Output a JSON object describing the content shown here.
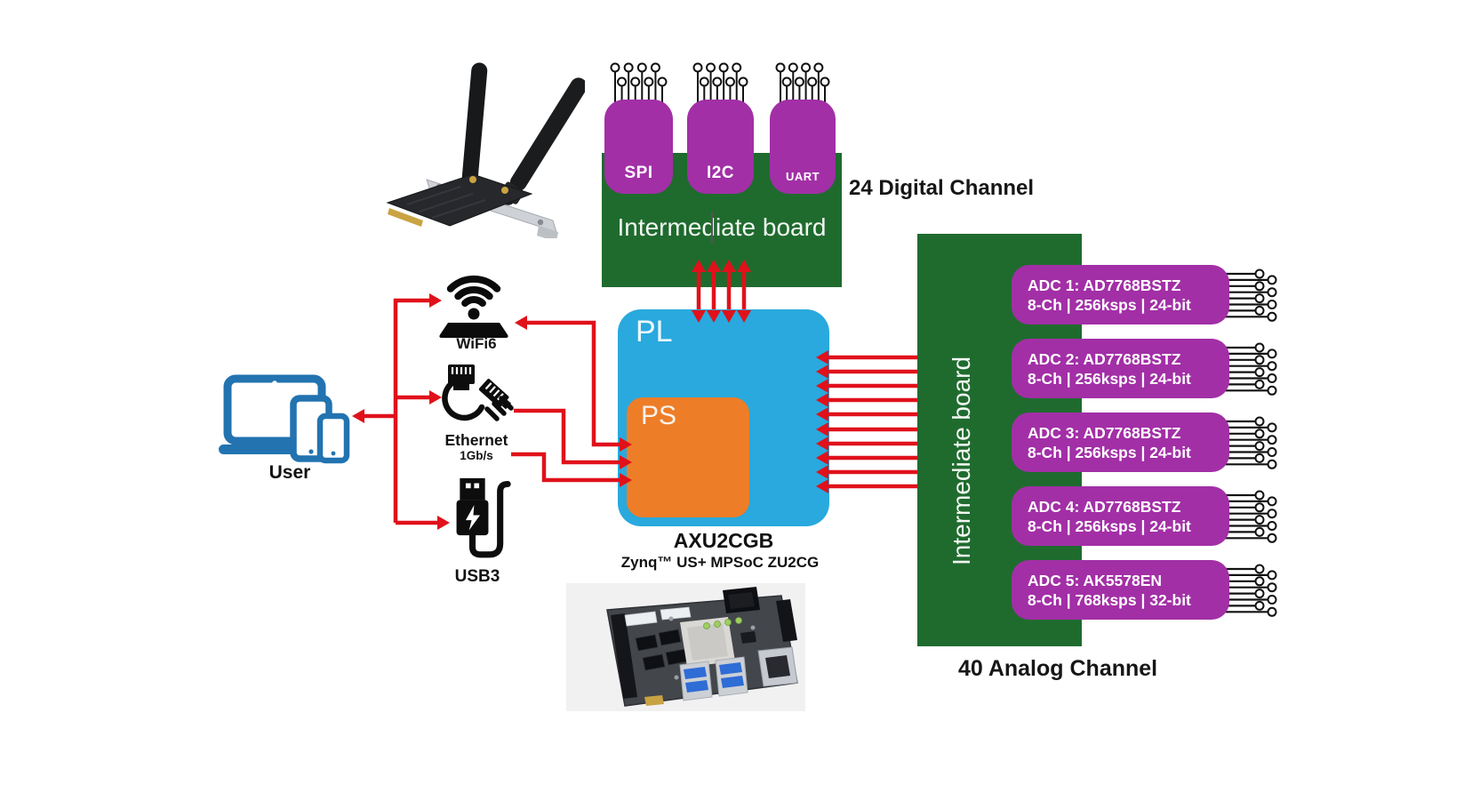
{
  "colors": {
    "board_green": "#1f6b2e",
    "connector_purple": "#a22fa6",
    "pl_blue": "#29a9dd",
    "ps_orange": "#ee7d28",
    "arrow_red": "#e0111a",
    "device_blue": "#2273b0"
  },
  "user": {
    "label": "User"
  },
  "connectivity": {
    "wifi": {
      "label": "WiFi6"
    },
    "ethernet": {
      "label": "Ethernet",
      "speed": "1Gb/s"
    },
    "usb": {
      "label": "USB3"
    }
  },
  "digital_section": {
    "board_label": "Intermediate board",
    "channel_label": "24 Digital Channel",
    "connectors": [
      {
        "label": "SPI"
      },
      {
        "label": "I2C"
      },
      {
        "label": "UART"
      }
    ]
  },
  "soc": {
    "pl_label": "PL",
    "ps_label": "PS",
    "name": "AXU2CGB",
    "subtitle": "Zynq™ US+ MPSoC ZU2CG"
  },
  "analog_section": {
    "board_label": "Intermediate board",
    "channel_label": "40 Analog Channel",
    "adcs": [
      {
        "title": "ADC 1: AD7768BSTZ",
        "spec": "8-Ch | 256ksps | 24-bit"
      },
      {
        "title": "ADC 2: AD7768BSTZ",
        "spec": "8-Ch | 256ksps | 24-bit"
      },
      {
        "title": "ADC 3: AD7768BSTZ",
        "spec": "8-Ch | 256ksps | 24-bit"
      },
      {
        "title": "ADC 4: AD7768BSTZ",
        "spec": "8-Ch | 256ksps | 24-bit"
      },
      {
        "title": "ADC 5: AK5578EN",
        "spec": "8-Ch | 768ksps | 32-bit"
      }
    ]
  }
}
